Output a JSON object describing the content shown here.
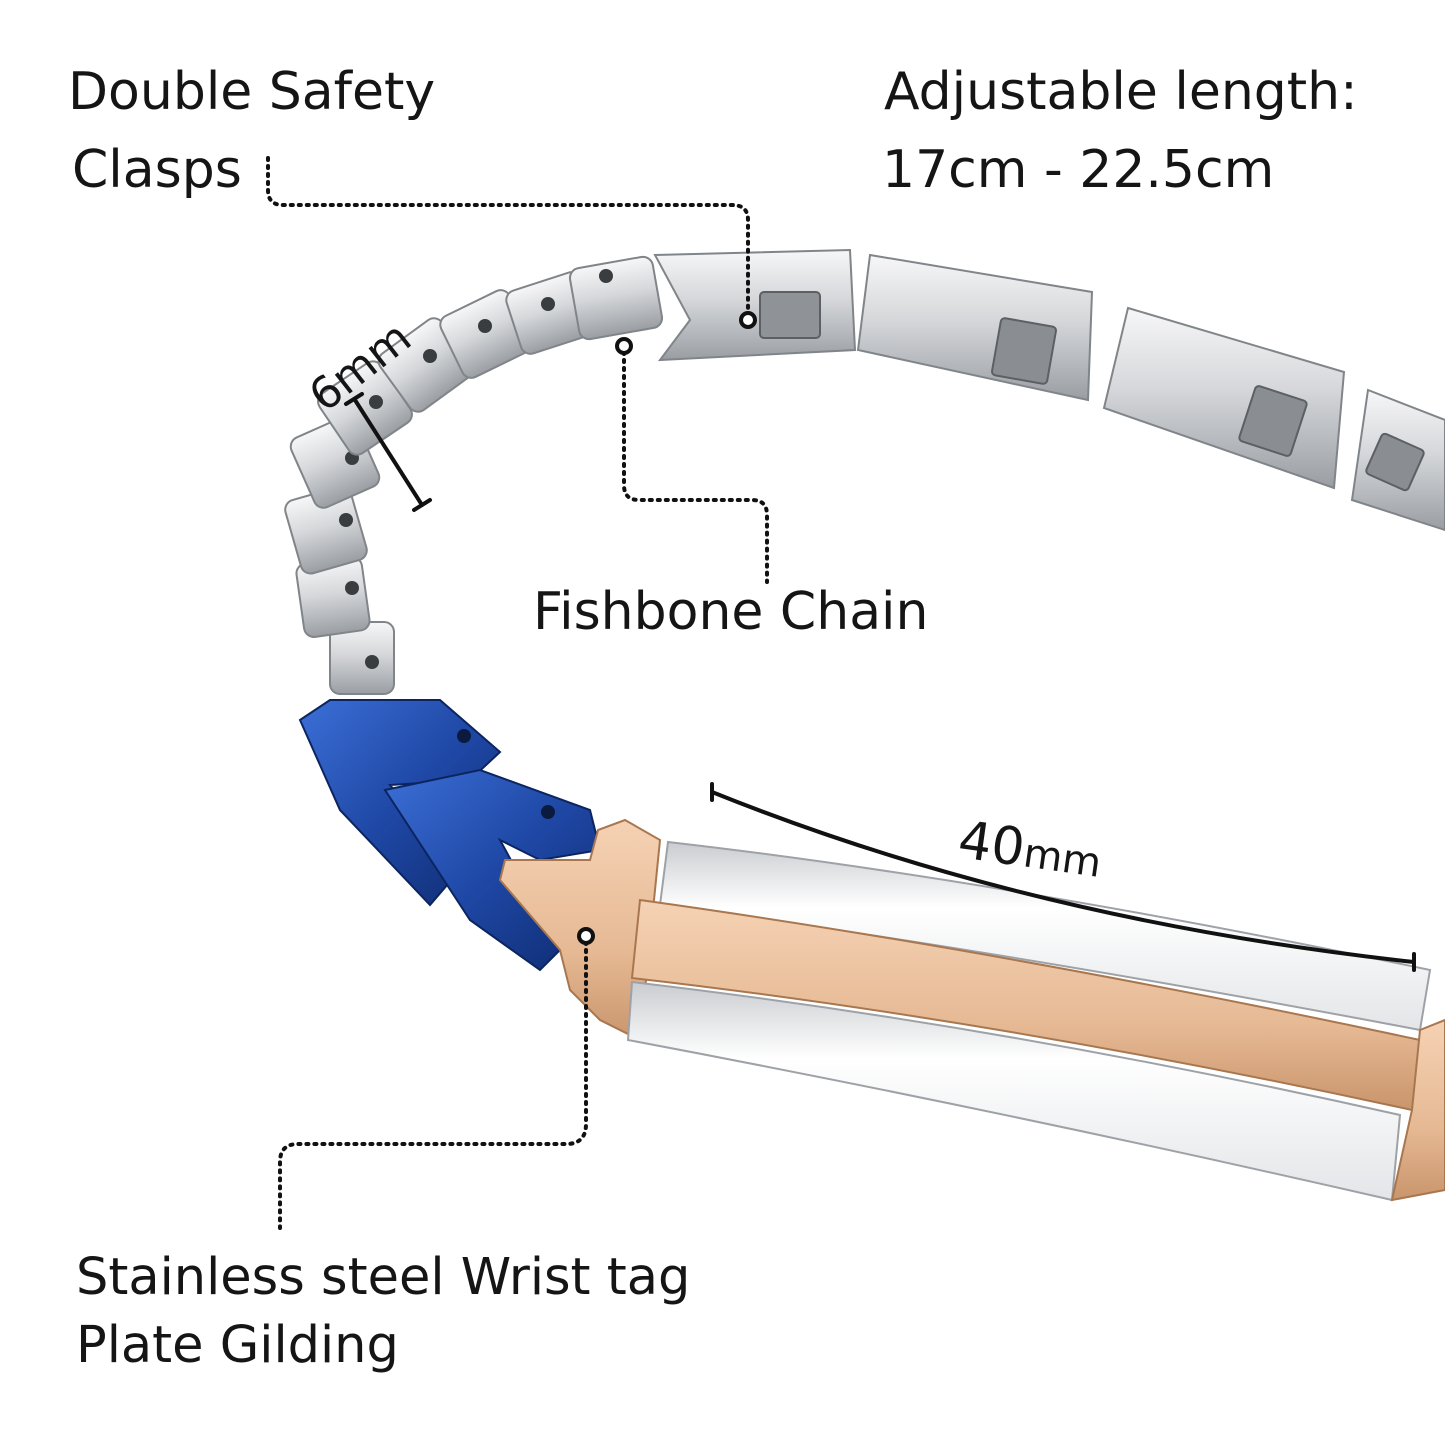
{
  "labels": {
    "clasp_line1": "Double Safety",
    "clasp_line2": "Clasps",
    "length_line1": "Adjustable length:",
    "length_line2": "17cm - 22.5cm",
    "chain": "Fishbone Chain",
    "tag_line1": "Stainless steel Wrist tag",
    "tag_line2": "Plate Gilding",
    "width_dim": "6mm",
    "plate_dim_value": "40",
    "plate_dim_unit": "mm"
  },
  "colors": {
    "steel": "#d9dadc",
    "steel_shadow": "#8e9296",
    "rose_gold": "#e6b994",
    "blue": "#1f48a6",
    "text": "#151515"
  }
}
